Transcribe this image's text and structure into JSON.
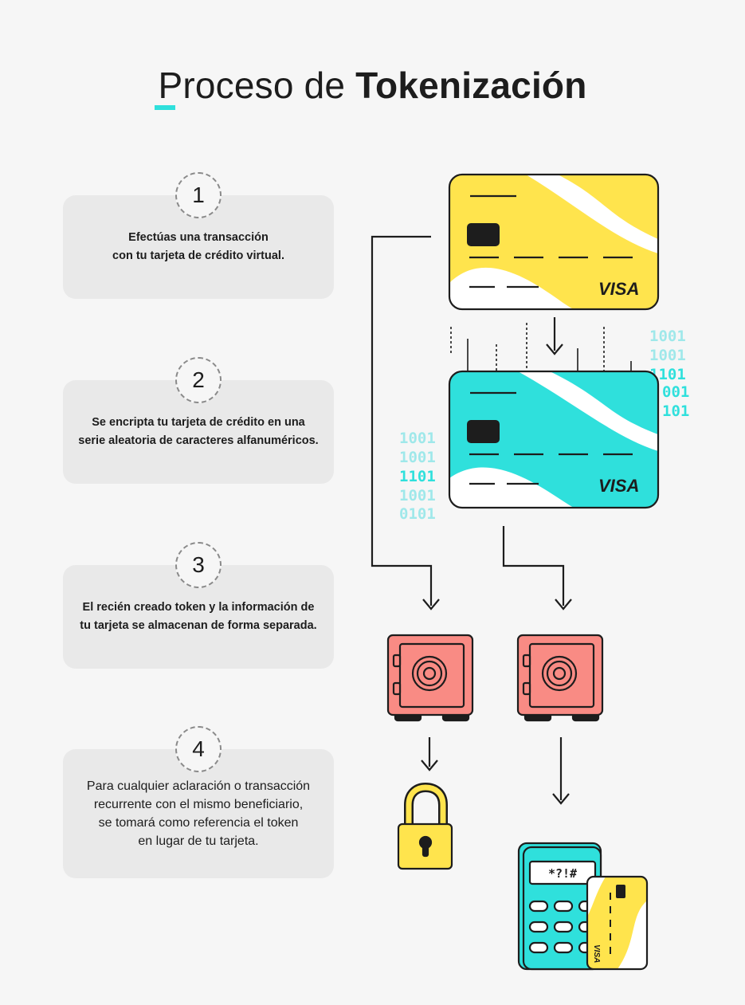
{
  "title": {
    "light": "Proceso de ",
    "bold": "Tokenización"
  },
  "steps": [
    {
      "number": "1",
      "text_line1": "Efectúas una transacción",
      "text_line2": "con tu tarjeta de crédito virtual."
    },
    {
      "number": "2",
      "text_line1": "Se encripta tu tarjeta de crédito en una",
      "text_line2": "serie aleatoria de caracteres alfanuméricos."
    },
    {
      "number": "3",
      "text_line1": "El recién creado token y la información de",
      "text_line2": "tu tarjeta se almacenan de forma separada."
    },
    {
      "number": "4",
      "text_line1": "Para cualquier aclaración o transacción",
      "text_line2": "recurrente con el mismo beneficiario,",
      "text_line3": "se tomará como referencia el token",
      "text_line4": "en lugar de tu tarjeta."
    }
  ],
  "cards": {
    "brand": "VISA"
  },
  "binary_right": [
    "1001",
    "1001",
    "1101",
    "001",
    "101"
  ],
  "binary_left": [
    "1001",
    "1001",
    "1101",
    "1001",
    "0101"
  ],
  "terminal": {
    "screen": "*?!#",
    "card_brand": "VISA"
  },
  "colors": {
    "accent": "#2fe0dc",
    "yellow": "#ffe44d",
    "teal": "#2fe0dc",
    "safe": "#f98b84",
    "dark": "#1d1d1d"
  },
  "icons": [
    "arrow-down-icon",
    "safe-icon",
    "padlock-icon",
    "payment-terminal-icon",
    "credit-card-icon"
  ]
}
